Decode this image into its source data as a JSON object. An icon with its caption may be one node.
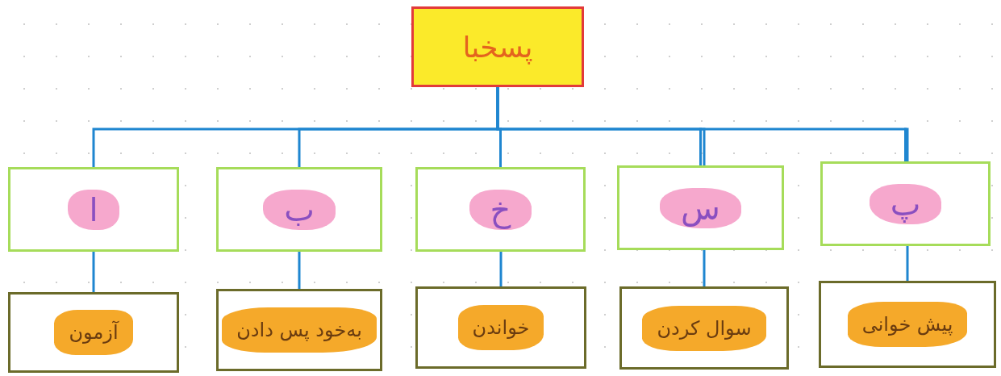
{
  "diagram": {
    "nodes": [
      {
        "text": [
          "پسخبا"
        ]
      },
      {
        "text": [
          "ا"
        ]
      },
      {
        "text": [
          "ب"
        ]
      },
      {
        "text": [
          "خ"
        ]
      },
      {
        "text": [
          "س"
        ]
      },
      {
        "text": [
          "پ"
        ]
      },
      {
        "text": [
          "آزمون"
        ]
      },
      {
        "text": [
          "به‌خود پس دادن"
        ]
      },
      {
        "text": [
          "خواندن"
        ]
      },
      {
        "text": [
          "سوال کردن"
        ]
      },
      {
        "text": [
          "پیش خوانی"
        ]
      }
    ],
    "edges": [
      {
        "from": 0,
        "to": 1,
        "arrow": "none"
      },
      {
        "from": 0,
        "to": 2,
        "arrow": "none"
      },
      {
        "from": 0,
        "to": 3,
        "arrow": "none"
      },
      {
        "from": 0,
        "to": 4,
        "arrow": "none"
      },
      {
        "from": 0,
        "to": 5,
        "arrow": "none"
      },
      {
        "from": 1,
        "to": 6,
        "arrow": "none"
      },
      {
        "from": 2,
        "to": 7,
        "arrow": "none"
      },
      {
        "from": 3,
        "to": 8,
        "arrow": "none"
      },
      {
        "from": 4,
        "to": 9,
        "arrow": "none"
      },
      {
        "from": 5,
        "to": 10,
        "arrow": "none"
      }
    ]
  }
}
